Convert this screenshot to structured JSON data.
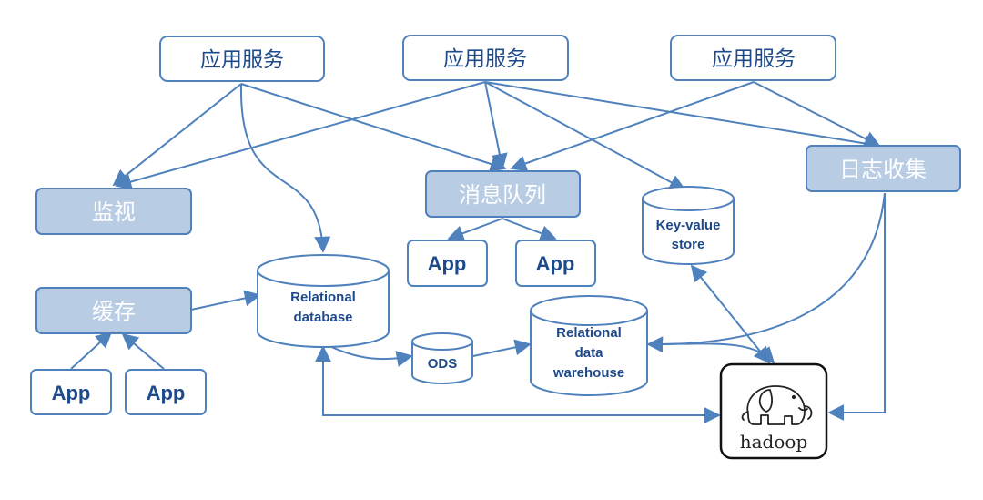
{
  "nodes": {
    "service_1": "应用服务",
    "service_2": "应用服务",
    "service_3": "应用服务",
    "monitor": "监视",
    "message_queue": "消息队列",
    "log_collect": "日志收集",
    "cache": "缓存",
    "key_value_store": [
      "Key-value",
      "store"
    ],
    "relational_database": [
      "Relational",
      "database"
    ],
    "ods": "ODS",
    "relational_warehouse": [
      "Relational",
      "data",
      "warehouse"
    ],
    "hadoop": "hadoop",
    "mq_app_1": "App",
    "mq_app_2": "App",
    "cache_app_1": "App",
    "cache_app_2": "App"
  },
  "colors": {
    "stroke": "#4f81bd",
    "text": "#1e4a8a",
    "filled_box": "#b8cce4"
  }
}
